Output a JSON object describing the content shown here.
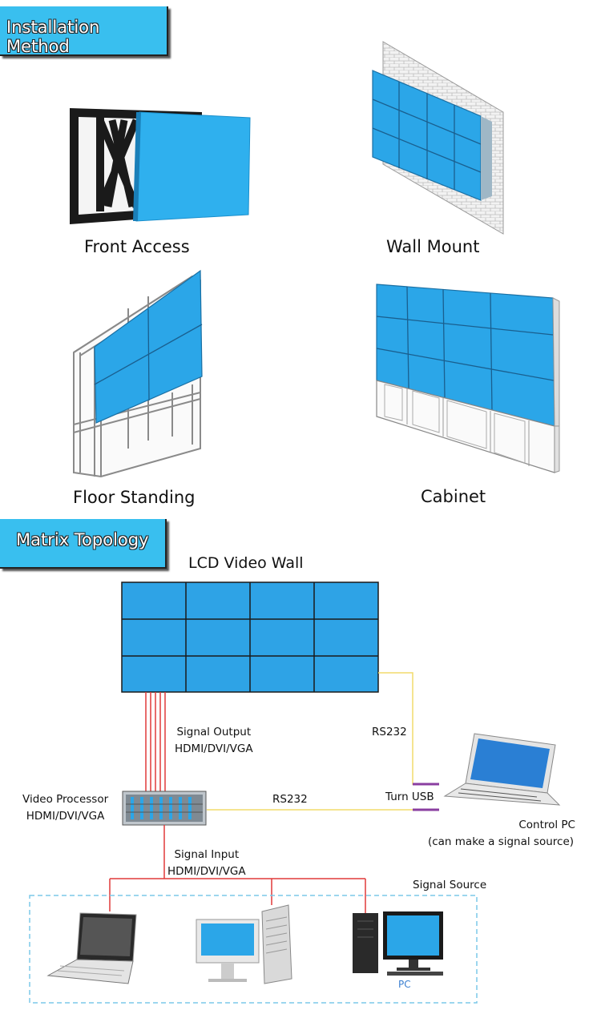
{
  "banners": {
    "installation": "Installation Method",
    "topology": "Matrix Topology"
  },
  "installation": {
    "front_access": "Front Access",
    "wall_mount": "Wall Mount",
    "floor_standing": "Floor Standing",
    "cabinet": "Cabinet"
  },
  "topology": {
    "wall_title": "LCD Video Wall",
    "signal_output": "Signal Output",
    "output_formats": "HDMI/DVI/VGA",
    "rs232_top": "RS232",
    "rs232_mid": "RS232",
    "turn_usb": "Turn USB",
    "video_processor": "Video Processor",
    "processor_formats": "HDMI/DVI/VGA",
    "control_pc": "Control PC",
    "control_pc_note": "(can make a signal source)",
    "signal_input": "Signal Input",
    "input_formats": "HDMI/DVI/VGA",
    "signal_source": "Signal Source",
    "pc_label": "PC"
  },
  "colors": {
    "banner": "#39bfef",
    "screen": "#2ba6e8",
    "signal_line": "#e03a3a",
    "control_line": "#f2dc6b",
    "usb_tag": "#8a3ea0",
    "source_box": "#7cc8e8"
  }
}
